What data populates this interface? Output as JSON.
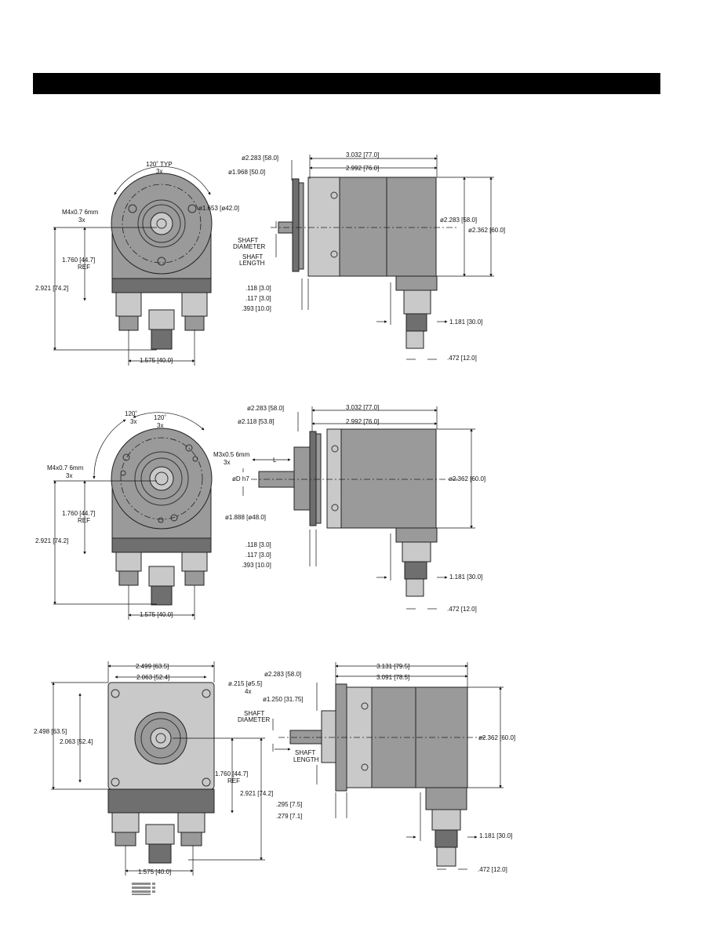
{
  "view1": {
    "front": {
      "angle": "120˚ TYP",
      "angle_qty": "3x",
      "thread": "M4x0.7  6mm",
      "thread_qty": "3x",
      "bolt_circle": "ø1.653  [ø42.0]",
      "height_ref": "1.760  [44.7]",
      "height_ref_sub": "REF",
      "height": "2.921  [74.2]",
      "conn_spacing": "1.575  [40.0]"
    },
    "side": {
      "flange_dia": "ø2.283  [58.0]",
      "pilot_dia": "ø1.968  [50.0]",
      "shaft_dia_l1": "SHAFT",
      "shaft_dia_l2": "DIAMETER",
      "shaft_len_l1": "SHAFT",
      "shaft_len_l2": "LENGTH",
      "len_total": "3.032  [77.0]",
      "len_body": "2.992  [76.0]",
      "dia_body": "ø2.283  [58.0]",
      "dia_outer": "ø2.362  [60.0]",
      "d1": ".118  [3.0]",
      "d2": ".117  [3.0]",
      "d3": ".393  [10.0]",
      "conn_offset": "1.181  [30.0]",
      "conn_width": ".472  [12.0]"
    }
  },
  "view2": {
    "front": {
      "angle_a": "120˚",
      "angle_a_qty": "3x",
      "angle_b": "120˚",
      "angle_b_qty": "3x",
      "thread_a": "M4x0.7  6mm",
      "thread_a_qty": "3x",
      "thread_b": "M3x0.5  6mm",
      "thread_b_qty": "3x",
      "bolt_circle": "ø1.888  [ø48.0]",
      "height_ref": "1.760  [44.7]",
      "height_ref_sub": "REF",
      "height": "2.921  [74.2]",
      "conn_spacing": "1.575  [40.0]"
    },
    "side": {
      "flange_dia": "ø2.283  [58.0]",
      "pilot_dia": "ø2.118  [53.8]",
      "len_label": "L",
      "shaft_label": "øD  h7",
      "len_total": "3.032  [77.0]",
      "len_body": "2.992  [76.0]",
      "dia_outer": "ø2.362  [60.0]",
      "d1": ".118  [3.0]",
      "d2": ".117  [3.0]",
      "d3": ".393  [10.0]",
      "conn_offset": "1.181  [30.0]",
      "conn_width": ".472  [12.0]"
    }
  },
  "view3": {
    "front": {
      "width_outer": "2.499  [63.5]",
      "width_holes": "2.063  [52.4]",
      "hole_dia": "ø.215  [ø5.5]",
      "hole_qty": "4x",
      "height_outer": "2.498  [63.5]",
      "height_holes": "2.063  [52.4]",
      "height_ref": "1.760  [44.7]",
      "height_ref_sub": "REF",
      "height": "2.921  [74.2]",
      "conn_spacing": "1.575  [40.0]"
    },
    "side": {
      "flange_dia": "ø2.283  [58.0]",
      "pilot_dia": "ø1.250  [31.75]",
      "shaft_dia_l1": "SHAFT",
      "shaft_dia_l2": "DIAMETER",
      "shaft_len_l1": "SHAFT",
      "shaft_len_l2": "LENGTH",
      "len_total": "3.131  [79.5]",
      "len_body": "3.091  [78.5]",
      "dia_outer": "ø2.362  [60.0]",
      "d1": ".295  [7.5]",
      "d2": ".279  [7.1]",
      "conn_offset": "1.181  [30.0]",
      "conn_width": ".472  [12.0]"
    }
  },
  "colors": {
    "header_bar": "#000000",
    "body": "#9a9a9a"
  }
}
